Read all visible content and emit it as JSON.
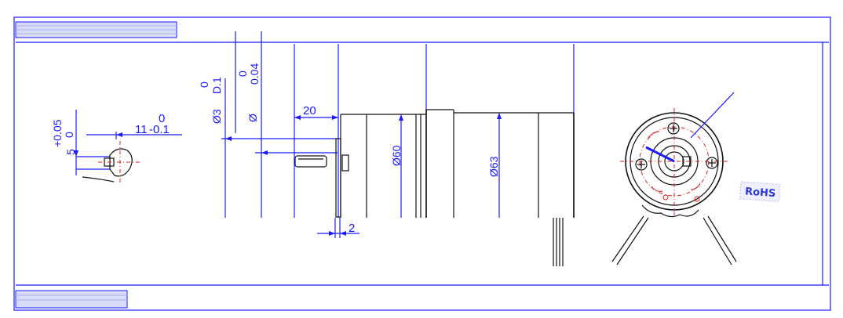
{
  "colors": {
    "dimension": "#1a1aff",
    "outline": "#111111",
    "centerline": "#e02020",
    "background": "#ffffff"
  },
  "shaft_detail": {
    "keyway_tol_upper": "+0.05",
    "keyway_tol_lower": "0",
    "keyway_depth": "5",
    "width_tol_upper": "0",
    "width_value": "11",
    "width_tol_lower": "-0.1"
  },
  "side_view": {
    "shaft_dia_label": "Ø3",
    "shaft_dia_tol_upper": "0",
    "shaft_dia_tol_lower": "D.1",
    "bore_dia_label": "Ø",
    "bore_tol_upper": "0",
    "bore_tol_lower": "0.04",
    "shaft_length": "20",
    "flange_thickness": "2",
    "gearbox_dia": "Ø60",
    "motor_dia": "Ø63"
  },
  "front_view": {
    "stamp_text": "RoHS"
  }
}
